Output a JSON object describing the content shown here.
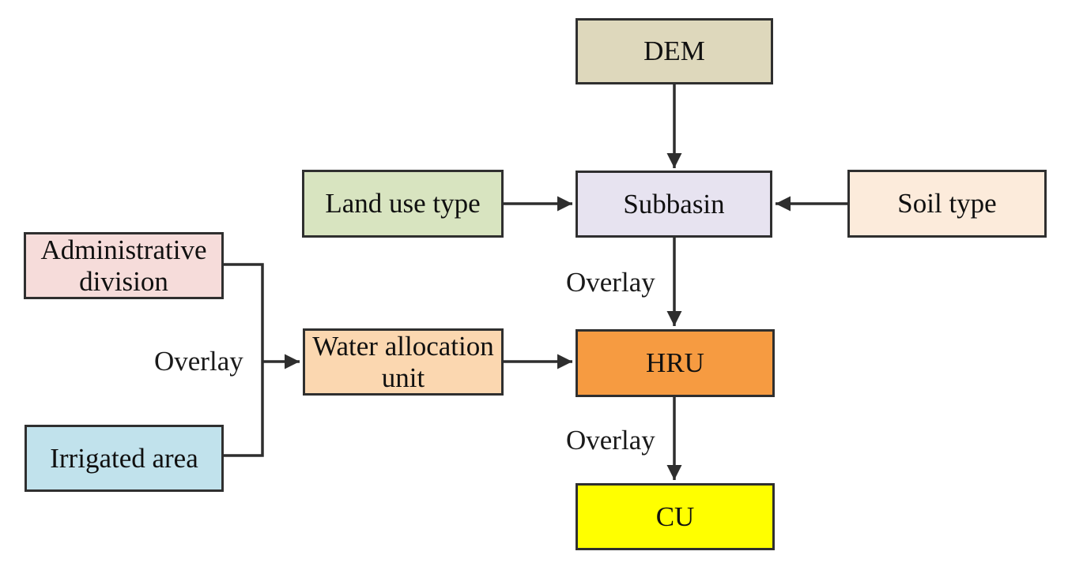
{
  "diagram": {
    "line_color": "#2e2e2e",
    "nodes": {
      "dem": {
        "label": "DEM",
        "color": "#ded8bc"
      },
      "land_use": {
        "label": "Land use type",
        "color": "#d8e4c0"
      },
      "subbasin": {
        "label": "Subbasin",
        "color": "#e7e3f0"
      },
      "soil": {
        "label": "Soil type",
        "color": "#fcebdb"
      },
      "admin": {
        "label": "Administrative division",
        "color": "#f6dcda"
      },
      "water_alloc": {
        "label": "Water allocation unit",
        "color": "#fbd7b0"
      },
      "hru": {
        "label": "HRU",
        "color": "#f69b41"
      },
      "irrigated": {
        "label": "Irrigated area",
        "color": "#c1e2ec"
      },
      "cu": {
        "label": "CU",
        "color": "#ffff00"
      }
    },
    "edge_labels": {
      "subbasin_to_hru": "Overlay",
      "hru_to_cu": "Overlay",
      "admin_irrigated_to_water_unit": "Overlay"
    }
  }
}
